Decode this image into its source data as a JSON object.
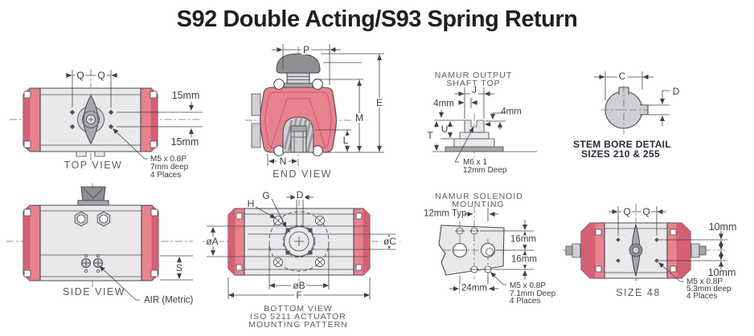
{
  "title": "S92 Double Acting/S93 Spring Return",
  "colors": {
    "actuator_red": "#e8828f",
    "actuator_red_dark": "#d46072",
    "body_gray": "#e9e9eb",
    "line": "#4a4b50",
    "caption_gray": "#5c5d62"
  },
  "views": {
    "top_view": {
      "caption": "TOP VIEW",
      "q_left": "Q",
      "q_right": "Q",
      "dim_upper": "15mm",
      "dim_lower": "15mm",
      "note1": "M5 x 0.8P",
      "note2": "7mm deep",
      "note3": "4 Places"
    },
    "end_view": {
      "caption": "END VIEW",
      "p": "P",
      "e": "E",
      "m": "M",
      "l": "L",
      "n": "N"
    },
    "namur_output": {
      "title1": "NAMUR OUTPUT",
      "title2": "SHAFT TOP",
      "j": "J",
      "four_left": "4mm",
      "four_right": "4mm",
      "u": "U",
      "t": "T",
      "note1": "M6 x 1",
      "note2": "12mm Deep"
    },
    "stem_bore": {
      "c": "C",
      "d": "D",
      "caption1": "STEM BORE DETAIL",
      "caption2": "SIZES 210 & 255"
    },
    "side_view": {
      "caption": "SIDE VIEW",
      "s": "S",
      "air": "AIR (Metric)"
    },
    "bottom_view": {
      "caption1": "BOTTOM VIEW",
      "caption2": "ISO 5211 ACTUATOR",
      "caption3": "MOUNTING PATTERN",
      "g": "G",
      "h": "H",
      "d": "D",
      "dia_a": "øA",
      "dia_b": "øB",
      "dia_c": "øC",
      "f": "F"
    },
    "namur_solenoid": {
      "title1": "NAMUR SOLENOID",
      "title2": "MOUNTING",
      "typ": "12mm Typ.",
      "sixteen_upper": "16mm",
      "sixteen_lower": "16mm",
      "twentyfour": "24mm",
      "note1": "M5 x 0.8P",
      "note2": "7.1mm Deep",
      "note3": "4 Places"
    },
    "size_48": {
      "caption": "SIZE 48",
      "q_left": "Q",
      "q_right": "Q",
      "dim_upper": "10mm",
      "dim_lower": "10mm",
      "note1": "M5 x 0.8P",
      "note2": "5.3mm deep",
      "note3": "4 Places"
    }
  }
}
